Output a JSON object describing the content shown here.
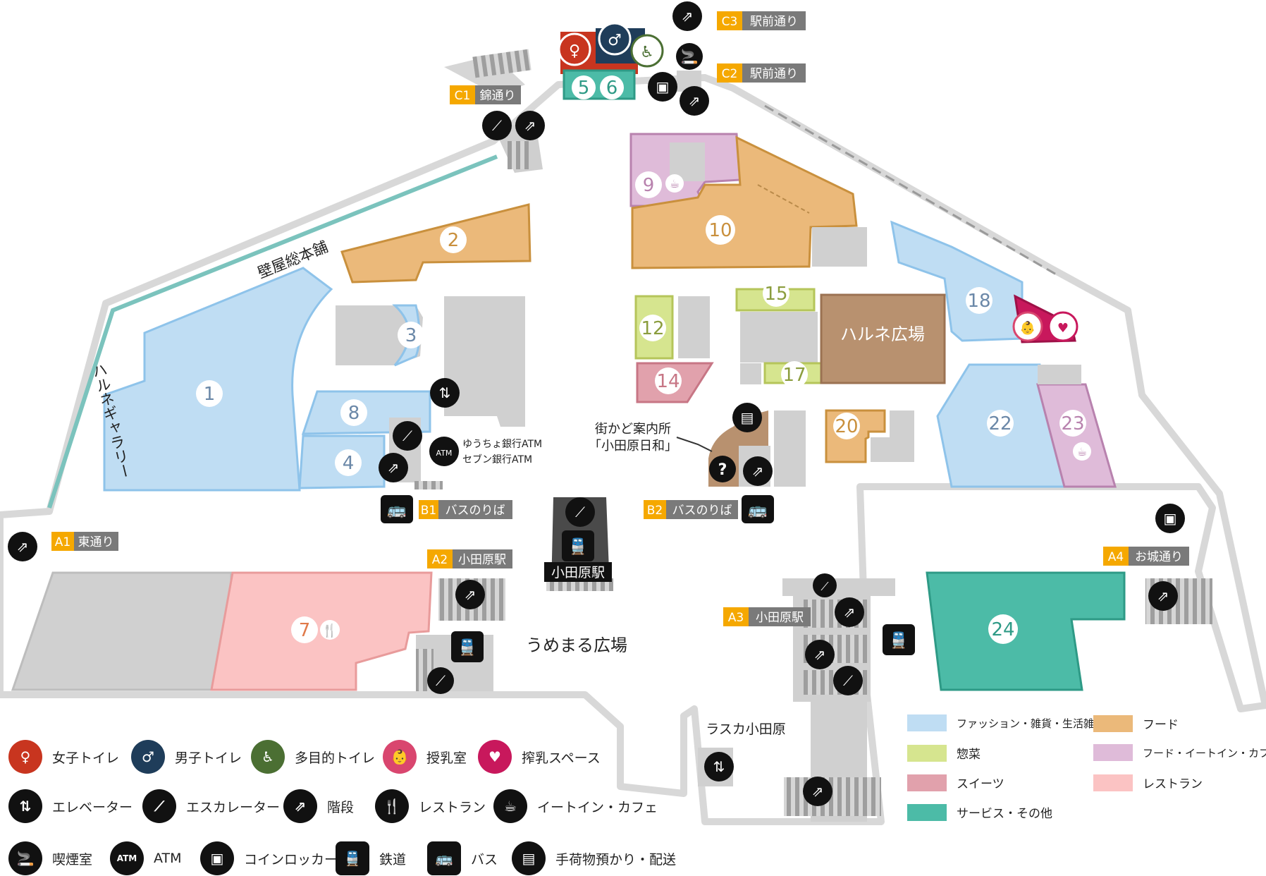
{
  "streets": {
    "heki": "壁屋総本舗",
    "harune_gallery": "ハルネギャラリー",
    "umemaru": "うめまる広場",
    "harune_plaza": "ハルネ広場",
    "lasca": "ラスカ小田原",
    "odawara_station": "小田原駅",
    "info_center_1": "街かど案内所",
    "info_center_2": "「小田原日和」",
    "atm_1": "ゆうちょ銀行ATM",
    "atm_2": "セブン銀行ATM"
  },
  "exits": {
    "A1": {
      "code": "A1",
      "name": "東通り"
    },
    "A2": {
      "code": "A2",
      "name": "小田原駅"
    },
    "A3": {
      "code": "A3",
      "name": "小田原駅"
    },
    "A4": {
      "code": "A4",
      "name": "お城通り"
    },
    "B1": {
      "code": "B1",
      "name": "バスのりば"
    },
    "B2": {
      "code": "B2",
      "name": "バスのりば"
    },
    "C1": {
      "code": "C1",
      "name": "錦通り"
    },
    "C2": {
      "code": "C2",
      "name": "駅前通り"
    },
    "C3": {
      "code": "C3",
      "name": "駅前通り"
    }
  },
  "shops": {
    "s1": "1",
    "s2": "2",
    "s3": "3",
    "s4": "4",
    "s5": "5",
    "s6": "6",
    "s7": "7",
    "s8": "8",
    "s9": "9",
    "s10": "10",
    "s12": "12",
    "s14": "14",
    "s15": "15",
    "s17": "17",
    "s18": "18",
    "s20": "20",
    "s22": "22",
    "s23": "23",
    "s24": "24"
  },
  "legend_icons": {
    "womens_toilet": "女子トイレ",
    "mens_toilet": "男子トイレ",
    "multi_toilet": "多目的トイレ",
    "nursing_room": "授乳室",
    "pumping_space": "搾乳スペース",
    "elevator": "エレベーター",
    "escalator": "エスカレーター",
    "stairs": "階段",
    "restaurant": "レストラン",
    "eat_in": "イートイン・カフェ",
    "smoking": "喫煙室",
    "atm": "ATM",
    "coin_locker": "コインロッカー",
    "railway": "鉄道",
    "bus": "バス",
    "baggage": "手荷物預かり・配送"
  },
  "legend_categories": {
    "fashion": "ファッション・雑貨・生活雑貨",
    "food": "フード",
    "deli": "惣菜",
    "food_eatin": "フード・イートイン・カフェ",
    "sweets": "スイーツ",
    "restaurant": "レストラン",
    "service": "サービス・その他"
  },
  "colors": {
    "fashion": "#BFDDF3",
    "food": "#EBB97A",
    "deli": "#D6E58F",
    "food_eatin": "#DFBBD9",
    "sweets": "#E1A1AC",
    "restaurant": "#FBC3C3",
    "service": "#4CBBA7",
    "brown_plaza": "#B8916F",
    "gray": "#D0D0D0",
    "gray_dark": "#BDBDBD",
    "label_yellow": "#F5A800",
    "label_gray": "#7A7A7A",
    "womens": "#C8351F",
    "mens": "#1F3D5A",
    "multi": "#4B6F33",
    "nursing": "#D9466F",
    "pumping": "#C8185C",
    "teal_line": "#7BC3BD"
  }
}
